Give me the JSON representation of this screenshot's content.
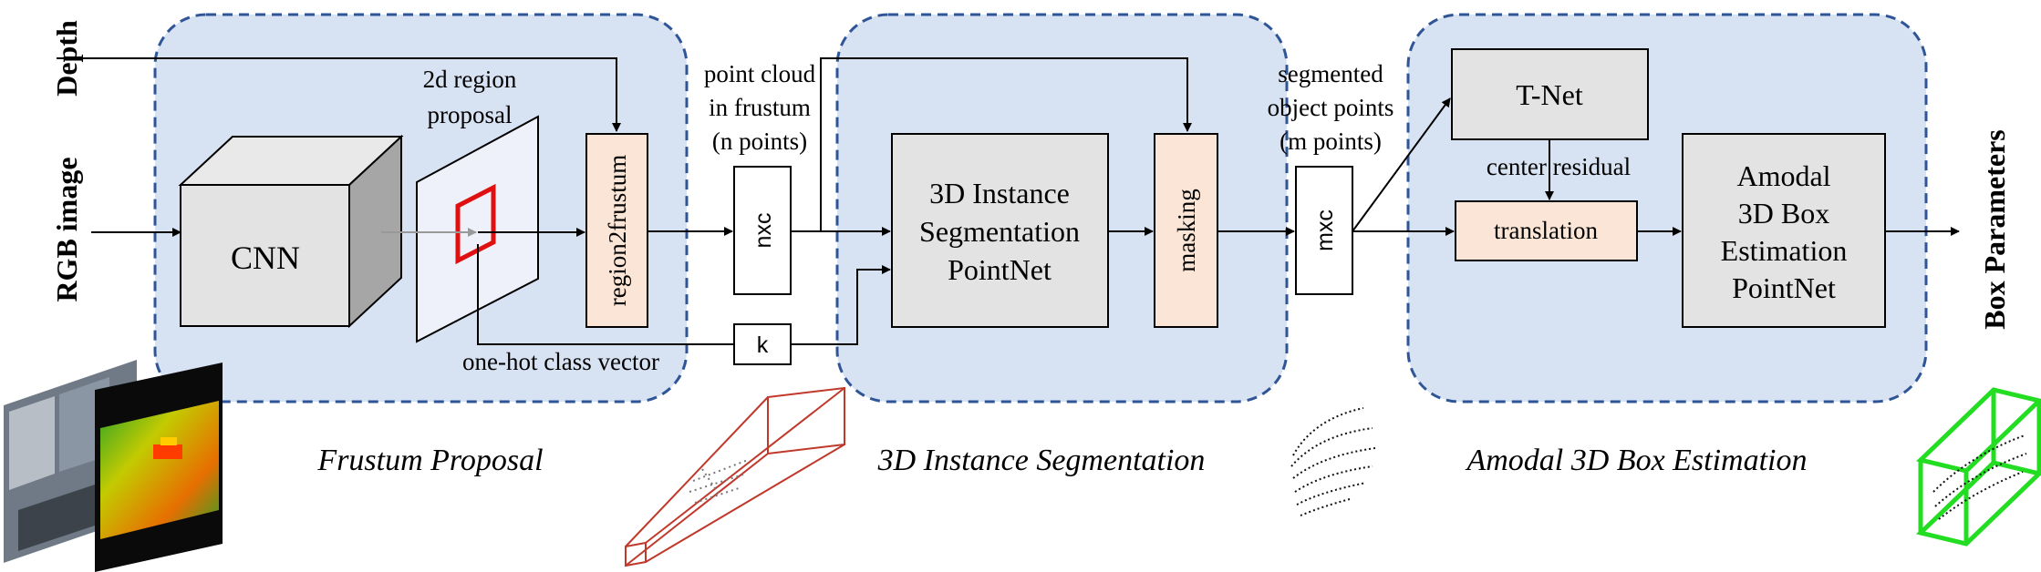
{
  "inputs": {
    "depth": "Depth",
    "rgb": "RGB image"
  },
  "output": "Box Parameters",
  "stages": {
    "frustum": "Frustum Proposal",
    "segmentation": "3D Instance Segmentation",
    "amodal": "Amodal 3D Box Estimation"
  },
  "blocks": {
    "cnn": "CNN",
    "region2frustum": "region2frustum",
    "masking": "masking",
    "nxc": "nxc",
    "mxc": "mxc",
    "k": "k",
    "tnet": "T-Net",
    "translation": "translation",
    "seg_pointnet": [
      "3D Instance",
      "Segmentation",
      "PointNet"
    ],
    "amodal_pointnet": [
      "Amodal",
      "3D Box",
      "Estimation",
      "PointNet"
    ]
  },
  "labels": {
    "region_proposal": [
      "2d region",
      "proposal"
    ],
    "point_cloud": [
      "point cloud",
      "in frustum",
      "(n points)"
    ],
    "segmented": [
      "segmented",
      "object points",
      "(m points)"
    ],
    "center_residual": "center residual",
    "one_hot": "one-hot class vector"
  },
  "colors": {
    "stage_fill": "#d7e2f3",
    "stage_border": "#2f5597",
    "gray_block": "#e3e3e3",
    "peach_block": "#fbe5d6",
    "red_box": "#e01010",
    "green_box": "#22dd22",
    "frustum_red": "#c0392b"
  }
}
